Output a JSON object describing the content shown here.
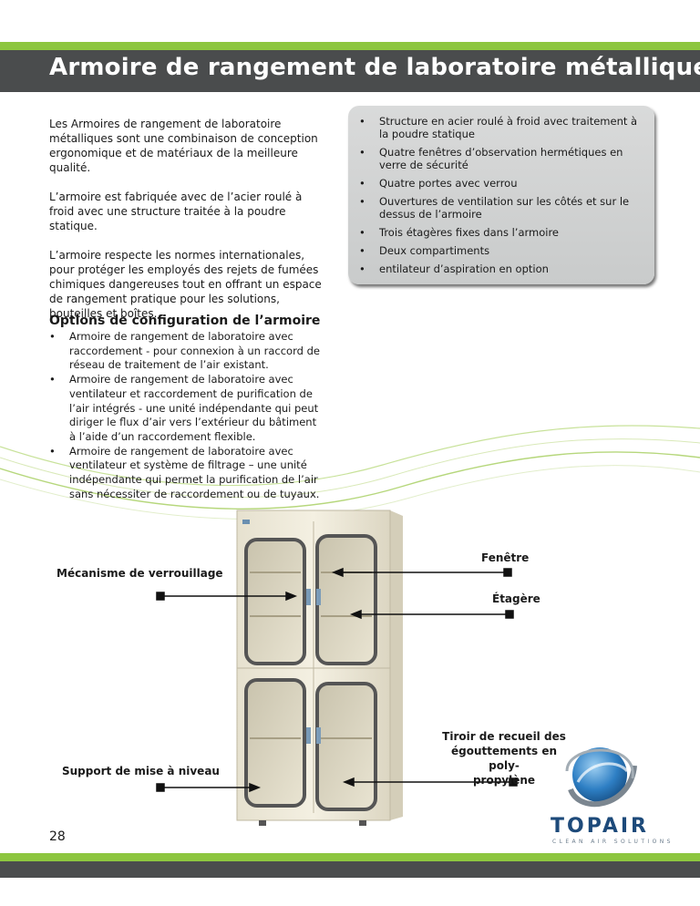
{
  "title": "Armoire de rangement de laboratoire métallique",
  "intro": [
    "Les Armoires de rangement de laboratoire métalliques sont une combinaison de conception ergonomique et de matériaux de la meilleure qualité.",
    "L’armoire est fabriquée avec de l’acier roulé à froid avec une structure traitée à la poudre statique.",
    "L’armoire respecte les normes internationales, pour protéger les employés des rejets de fumées chimiques dangereuses tout en offrant un espace de rangement pratique pour les solutions, bouteilles et boîtes."
  ],
  "features": [
    "Structure en acier roulé à froid avec traitement à la poudre statique",
    "Quatre fenêtres d’observation hermétiques en verre de sécurité",
    "Quatre portes avec verrou",
    "Ouvertures de ventilation sur les côtés et sur le dessus de l’armoire",
    "Trois étagères fixes dans l’armoire",
    "Deux compartiments",
    "entilateur d’aspiration en option"
  ],
  "options": {
    "title": "Options de configuration de l’armoire",
    "items": [
      "Armoire de rangement de laboratoire avec raccordement - pour connexion à un raccord de réseau de traitement de l’air existant.",
      "Armoire de rangement de laboratoire avec ventilateur et raccordement de purification de l’air intégrés - une unité indépendante qui peut diriger le flux d’air vers l’extérieur du bâtiment à l’aide d’un raccordement flexible.",
      "Armoire de rangement de laboratoire avec ventilateur et système de filtrage – une unité indépendante qui permet la purification de l’air sans nécessiter de raccordement ou de tuyaux."
    ]
  },
  "callouts": {
    "fenetre": "Fenêtre",
    "verrouillage": "Mécanisme de verrouillage",
    "etagere": "Étagère",
    "tiroir_line1": "Tiroir de recueil des",
    "tiroir_line2": "égouttements en poly-",
    "tiroir_line3": "propylène",
    "support": "Support de mise à niveau"
  },
  "bullet": "•",
  "page_number": "28",
  "logo": {
    "brand": "TOPAIR",
    "tagline": "CLEAN AIR SOLUTIONS"
  },
  "colors": {
    "accent_green": "#8dc63f",
    "band_grey": "#4a4c4d",
    "box_grey": "#d3d4d4",
    "brand_blue": "#1d4a7a"
  }
}
